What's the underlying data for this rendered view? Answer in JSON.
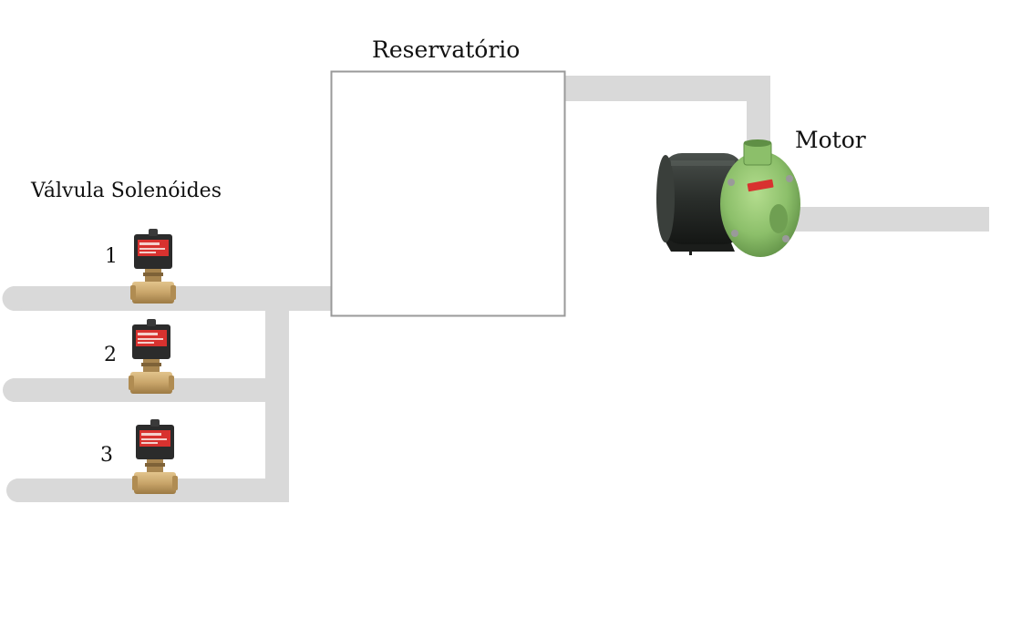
{
  "diagram": {
    "reservoir_label": "Reservatório",
    "motor_label": "Motor",
    "valves_label": "Válvula Solenóides",
    "valves": [
      {
        "number": "1"
      },
      {
        "number": "2"
      },
      {
        "number": "3"
      }
    ]
  },
  "colors": {
    "pipe": "#d9d9d9",
    "reservoir_border": "#9a9a9a",
    "pump_green": "#8cbf6a",
    "pump_green_dark": "#5f8f45",
    "motor_body": "#2a2e2b",
    "valve_coil": "#2b2b2b",
    "valve_label_red": "#d8322f",
    "valve_brass": "#c9a56a"
  }
}
